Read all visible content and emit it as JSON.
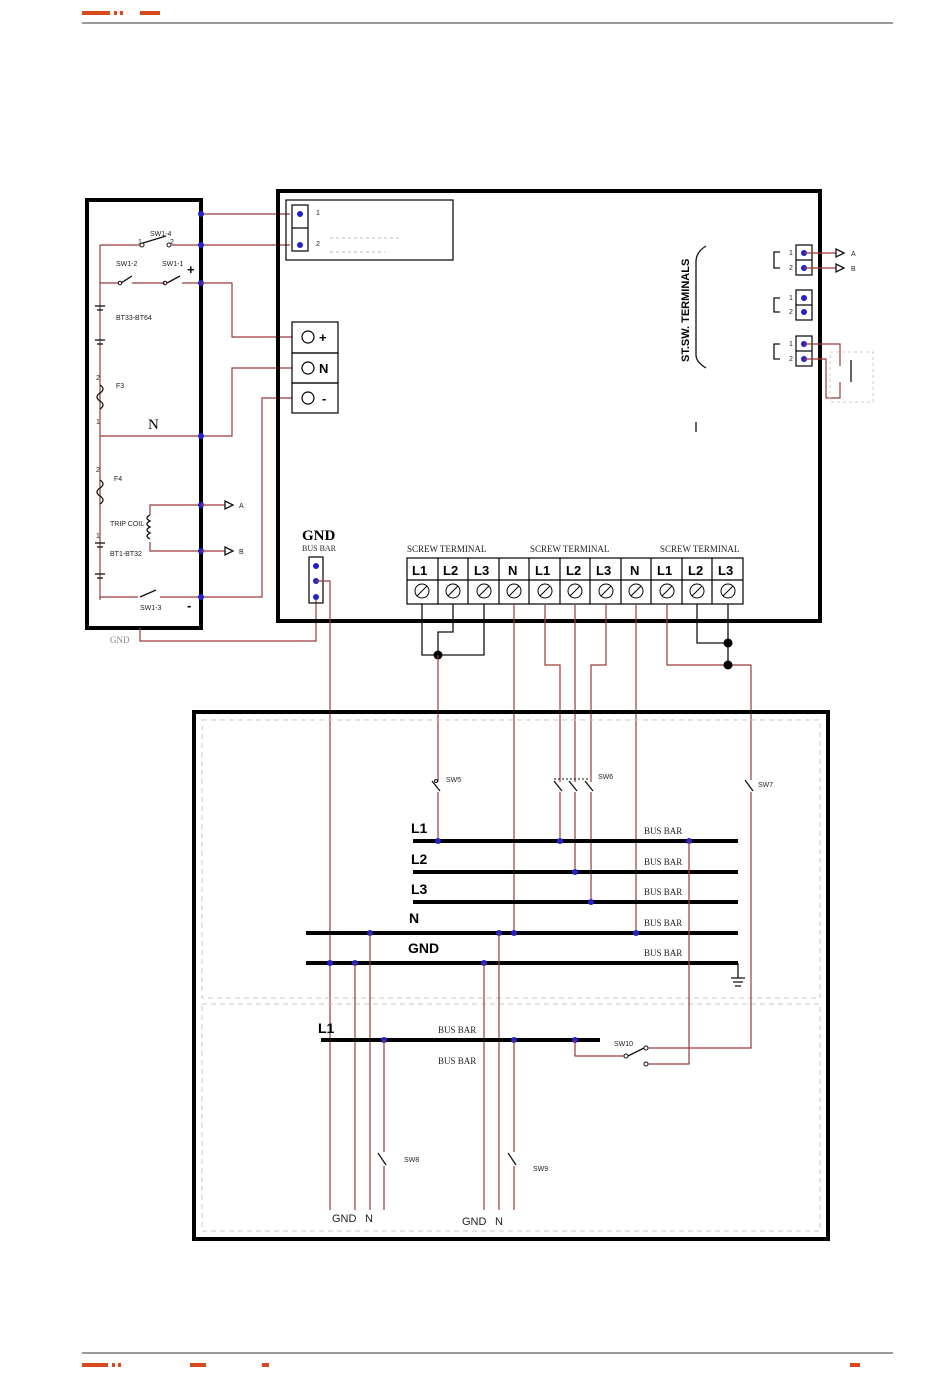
{
  "header": {
    "rule_color": "#9a9a9a",
    "accent_color": "#d8491f"
  },
  "left_panel": {
    "switches": {
      "sw1_4": "SW1-4",
      "sw1_2": "SW1-2",
      "sw1_1": "SW1-1",
      "sw1_3": "SW1-3"
    },
    "sw1_4_pins": {
      "a": "1",
      "b": "2"
    },
    "battery_top": "BT33-BT64",
    "battery_bottom": "BT1-BT32",
    "fuse_top": "F3",
    "fuse_bottom": "F4",
    "fuse_pins": {
      "a": "2",
      "b": "1"
    },
    "neutral": "N",
    "trip_coil": "TRIP COIL",
    "out_a": "A",
    "out_b": "B",
    "plus": "+",
    "minus": "-",
    "gnd_label": "GND"
  },
  "main_panel": {
    "connector_pins": [
      "1",
      "2"
    ],
    "supply_terminals": [
      "+",
      "N",
      "-"
    ],
    "st_sw_terminals": "ST.SW. TERMINALS",
    "right_pins": [
      "1",
      "2"
    ],
    "right_out_a": "A",
    "right_out_b": "B",
    "gnd_title": "GND",
    "bus_bar": "BUS BAR",
    "screw_terminal": "SCREW TERMINAL",
    "terminal_labels": [
      "L1",
      "L2",
      "L3",
      "N",
      "L1",
      "L2",
      "L3",
      "N",
      "L1",
      "L2",
      "L3"
    ]
  },
  "lower_panel": {
    "switches": {
      "sw5": "SW5",
      "sw6": "SW6",
      "sw7": "SW7",
      "sw8": "SW8",
      "sw9": "SW9",
      "sw10": "SW10"
    },
    "bars": [
      "L1",
      "L2",
      "L3",
      "N",
      "GND"
    ],
    "bus_bar": "BUS BAR",
    "lower_bar": "L1",
    "bottom_labels": {
      "gnd": "GND",
      "n": "N"
    }
  }
}
